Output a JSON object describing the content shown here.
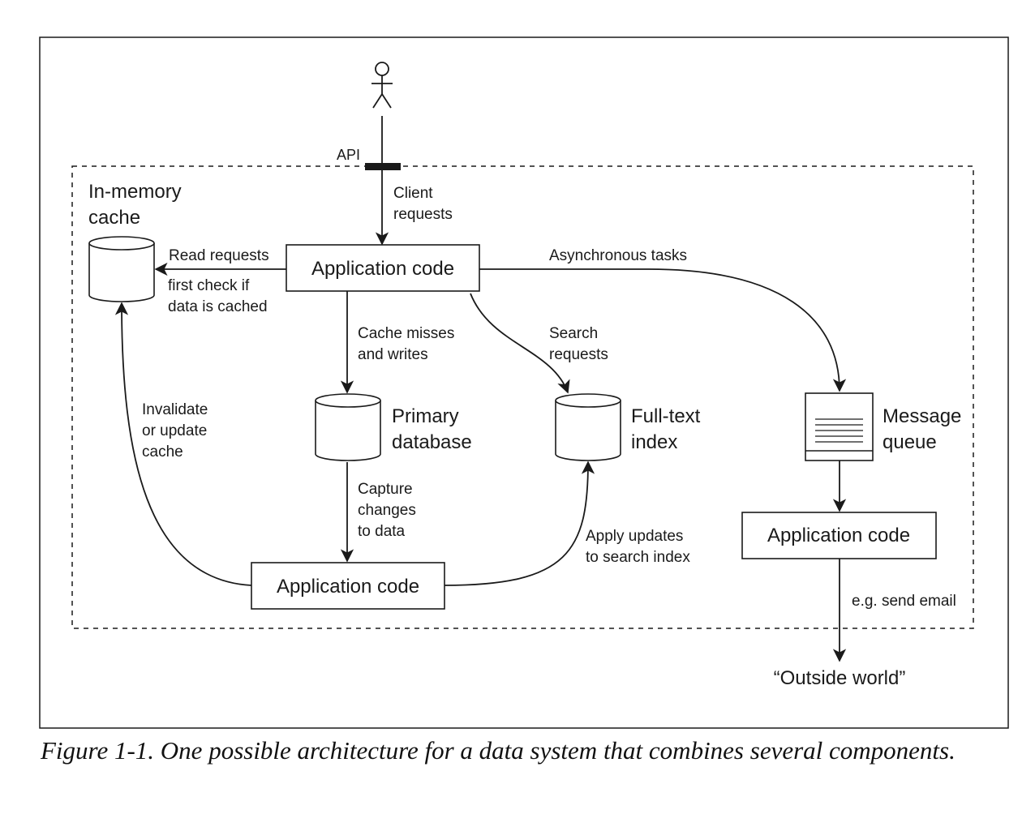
{
  "labels": {
    "api": "API",
    "client_requests": [
      "Client",
      "requests"
    ],
    "in_memory_cache": [
      "In-memory",
      "cache"
    ],
    "read_requests": "Read requests",
    "first_check": [
      "first check if",
      "data is cached"
    ],
    "app_code_top": "Application code",
    "async_tasks": "Asynchronous tasks",
    "cache_misses": [
      "Cache misses",
      "and writes"
    ],
    "search_requests": [
      "Search",
      "requests"
    ],
    "invalidate": [
      "Invalidate",
      "or update",
      "cache"
    ],
    "primary_database": [
      "Primary",
      "database"
    ],
    "full_text_index": [
      "Full-text",
      "index"
    ],
    "message_queue": [
      "Message",
      "queue"
    ],
    "capture_changes": [
      "Capture",
      "changes",
      "to data"
    ],
    "app_code_right": "Application code",
    "apply_updates": [
      "Apply updates",
      "to search index"
    ],
    "app_code_bottom": "Application code",
    "send_email": "e.g. send email",
    "outside_world": "“Outside world”"
  },
  "caption": "Figure 1-1. One possible architecture for a data system that combines several components.",
  "colors": {
    "stroke": "#1a1a1a",
    "text": "#1a1a1a",
    "background": "#ffffff"
  }
}
